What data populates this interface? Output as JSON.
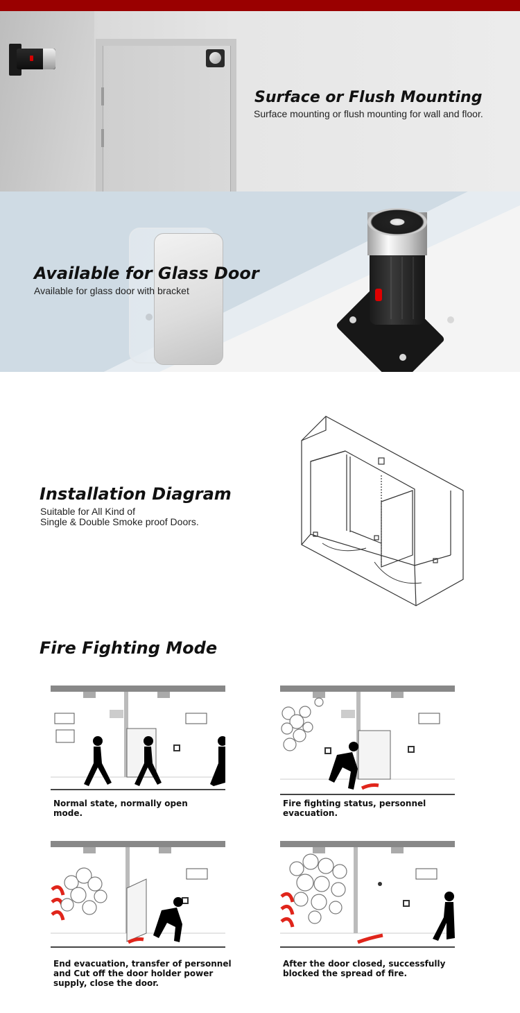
{
  "sections": {
    "surface": {
      "title": "Surface or Flush Mounting",
      "description": "Surface mounting or flush mounting for wall and floor."
    },
    "glass": {
      "title": "Available for Glass Door",
      "description": "Available for glass door with bracket"
    },
    "installation": {
      "title": "Installation Diagram",
      "description_line1": "Suitable for All Kind of",
      "description_line2": "Single & Double Smoke proof  Doors."
    },
    "fire": {
      "title": "Fire Fighting Mode",
      "steps": [
        {
          "caption_line1": "Normal state, normally open",
          "caption_line2": "mode."
        },
        {
          "caption_line1": "Fire fighting status, personnel",
          "caption_line2": "evacuation."
        },
        {
          "caption_line1": "End evacuation, transfer of personnel",
          "caption_line2": "and Cut off the door holder power",
          "caption_line3": "supply, close the door."
        },
        {
          "caption_line1": "After the door closed, successfully",
          "caption_line2": "blocked the spread of fire."
        }
      ]
    }
  },
  "colors": {
    "top_bar": "#9a0000",
    "accent_red": "#e0251b",
    "glass_blue": "#cfdbe4"
  },
  "icons": [
    "door-holder-icon",
    "glass-door-bracket-icon",
    "magnet-holder-icon",
    "door-frame-diagram-icon",
    "exit-sign-icon",
    "running-person-icon",
    "smoke-icon",
    "fire-icon"
  ]
}
